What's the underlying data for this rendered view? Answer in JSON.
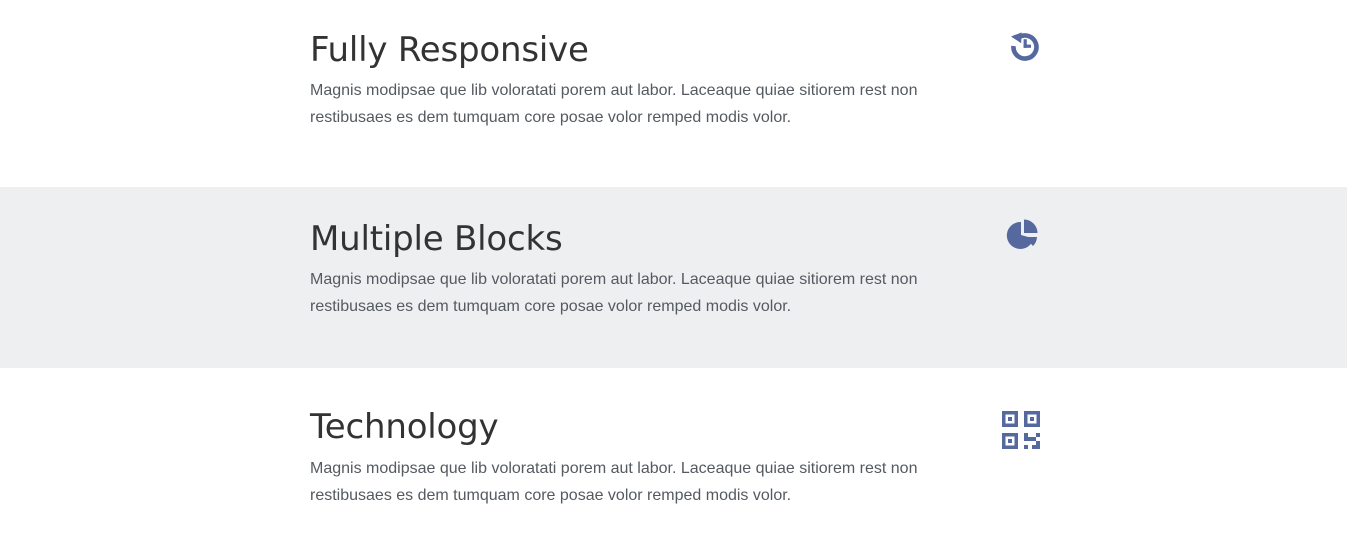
{
  "colors": {
    "accent": "#56699e",
    "heading": "#333333",
    "body_text": "#555a60",
    "alt_background": "#eeeff1"
  },
  "features": [
    {
      "title": "Fully Responsive",
      "description": "Magnis modipsae que lib voloratati porem aut labor. Laceaque quiae sitiorem rest non restibusaes es dem tumquam core posae volor remped modis volor.",
      "icon": "history-icon"
    },
    {
      "title": "Multiple Blocks",
      "description": "Magnis modipsae que lib voloratati porem aut labor. Laceaque quiae sitiorem rest non restibusaes es dem tumquam core posae volor remped modis volor.",
      "icon": "pie-chart-icon"
    },
    {
      "title": "Technology",
      "description": "Magnis modipsae que lib voloratati porem aut labor. Laceaque quiae sitiorem rest non restibusaes es dem tumquam core posae volor remped modis volor.",
      "icon": "qr-code-icon"
    }
  ]
}
